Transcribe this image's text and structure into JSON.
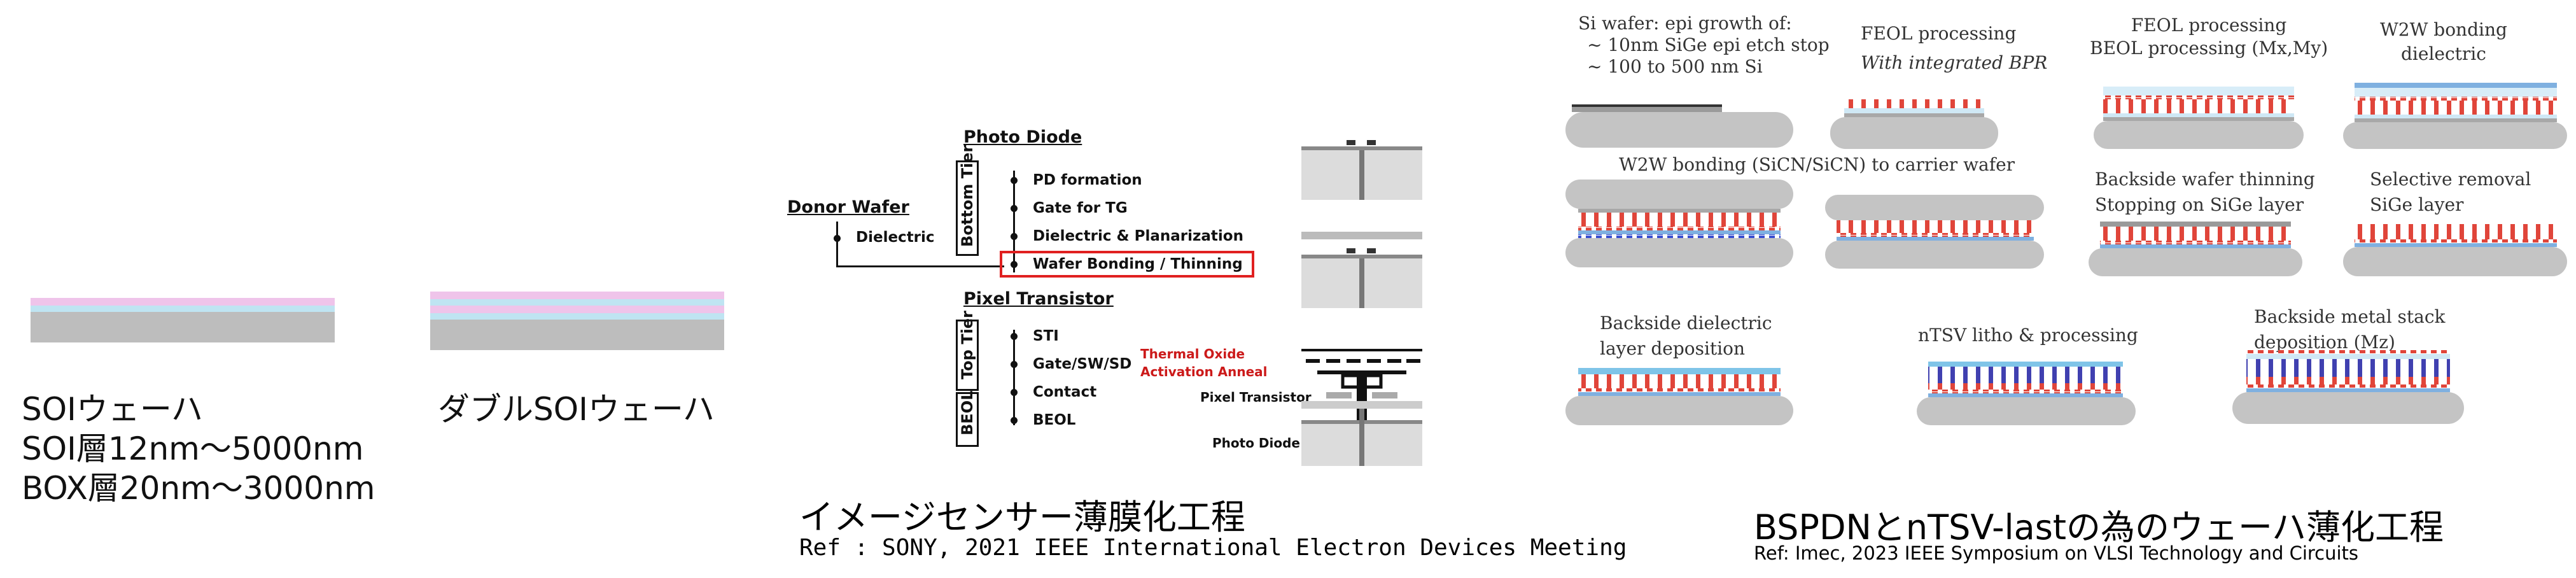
{
  "soi": {
    "line1": "SOIウェーハ",
    "line2": "SOI層12nm～5000nm",
    "line3": "BOX層20nm～3000nm",
    "double_label": "ダブルSOIウェーハ"
  },
  "sony": {
    "donor_wafer": "Donor Wafer",
    "dielectric": "Dielectric",
    "photo_diode_header": "Photo Diode",
    "bottom_tier": "Bottom Tier",
    "steps_bottom": [
      "PD formation",
      "Gate for TG",
      "Dielectric & Planarization",
      "Wafer Bonding / Thinning"
    ],
    "pixel_transistor_header": "Pixel Transistor",
    "top_tier": "Top Tier",
    "beol_box": "BEOL",
    "steps_top": [
      "STI",
      "Gate/SW/SD",
      "Contact",
      "BEOL"
    ],
    "thermal_line1": "Thermal Oxide",
    "thermal_line2": "Activation Anneal",
    "pixel_transistor_label": "Pixel Transistor",
    "photo_diode_label": "Photo Diode",
    "title": "イメージセンサー薄膜化工程",
    "ref": "Ref : SONY, 2021 IEEE International Electron Devices Meeting"
  },
  "imec": {
    "steps": {
      "si_wafer": [
        "Si wafer: epi growth of:",
        "~ 10nm SiGe epi etch stop",
        "~ 100 to 500 nm Si"
      ],
      "feol": [
        "FEOL processing",
        "With integrated BPR"
      ],
      "feol_beol": [
        "FEOL processing",
        "BEOL processing (Mx,My)"
      ],
      "w2w_dielectric": [
        "W2W bonding",
        "dielectric"
      ],
      "w2w_carrier": [
        "W2W bonding (SiCN/SiCN)  to carrier wafer"
      ],
      "thinning": [
        "Backside wafer thinning",
        "Stopping on SiGe layer"
      ],
      "selective": [
        "Selective removal",
        "SiGe layer"
      ],
      "bs_dielectric": [
        "Backside dielectric",
        "layer deposition"
      ],
      "ntsv": [
        "nTSV litho & processing"
      ],
      "bs_metal": [
        "Backside metal stack",
        "deposition (Mz)"
      ]
    },
    "title": "BSPDNとnTSV-lastの為のウェーハ薄化工程",
    "ref": "Ref: Imec, 2023 IEEE Symposium on VLSI Technology and Circuits"
  },
  "colors": {
    "substrate_gray": "#bdbdbd",
    "pink_layer": "#efc4ea",
    "blue_layer": "#bfe4f2",
    "highlight_red": "#e02020",
    "anneal_red": "#cc1a1a"
  }
}
